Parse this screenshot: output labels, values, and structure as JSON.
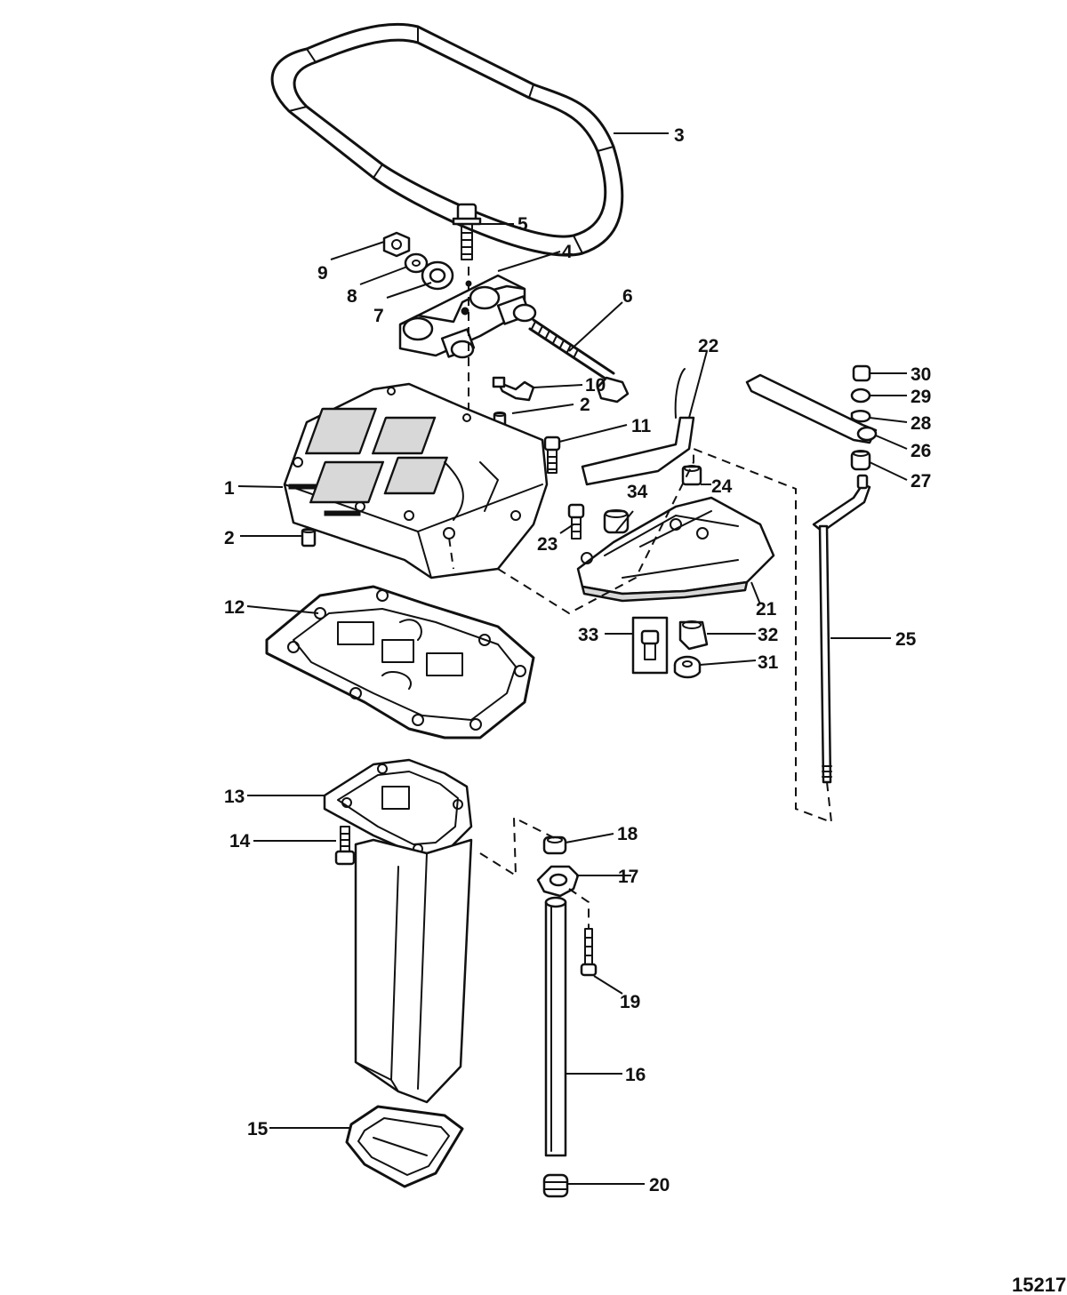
{
  "figure_number": "15217",
  "callouts": [
    {
      "label": "1"
    },
    {
      "label": "2"
    },
    {
      "label": "2"
    },
    {
      "label": "3"
    },
    {
      "label": "4"
    },
    {
      "label": "5"
    },
    {
      "label": "6"
    },
    {
      "label": "7"
    },
    {
      "label": "8"
    },
    {
      "label": "9"
    },
    {
      "label": "10"
    },
    {
      "label": "11"
    },
    {
      "label": "12"
    },
    {
      "label": "13"
    },
    {
      "label": "14"
    },
    {
      "label": "15"
    },
    {
      "label": "16"
    },
    {
      "label": "17"
    },
    {
      "label": "18"
    },
    {
      "label": "19"
    },
    {
      "label": "20"
    },
    {
      "label": "21"
    },
    {
      "label": "22"
    },
    {
      "label": "23"
    },
    {
      "label": "24"
    },
    {
      "label": "25"
    },
    {
      "label": "26"
    },
    {
      "label": "27"
    },
    {
      "label": "28"
    },
    {
      "label": "29"
    },
    {
      "label": "30"
    },
    {
      "label": "31"
    },
    {
      "label": "32"
    },
    {
      "label": "33"
    },
    {
      "label": "34"
    }
  ]
}
